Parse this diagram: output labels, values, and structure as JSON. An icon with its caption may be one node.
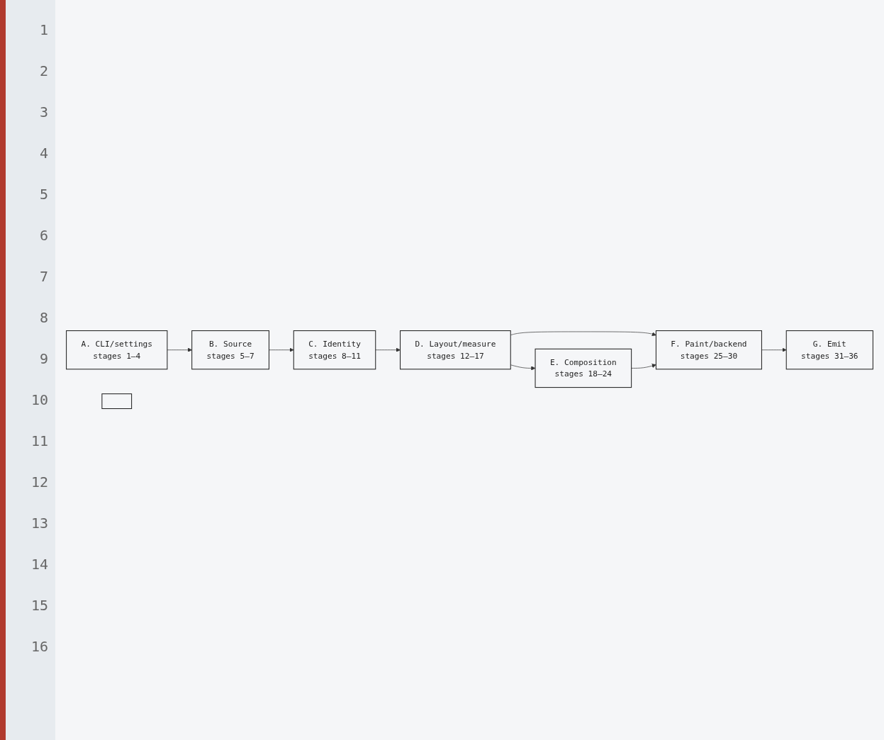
{
  "diagram": {
    "nodes": [
      {
        "text": [
          "A. CLI/settings",
          "stages 1–4"
        ]
      },
      {
        "text": [
          "B. Source",
          "stages 5–7"
        ]
      },
      {
        "text": [
          "C. Identity",
          "stages 8–11"
        ]
      },
      {
        "text": [
          "G. Emit",
          "stages 31–36"
        ]
      },
      {
        "text": [
          "F. Paint/backend",
          "stages 25–30"
        ]
      },
      {
        "text": [
          "D. Layout/measure",
          "stages 12–17"
        ]
      },
      {
        "text": [
          "E. Composition",
          "stages 18–24"
        ]
      },
      {
        "text": [],
        "shape": "box"
      }
    ],
    "edges": [
      {
        "from": 0,
        "to": 1,
        "arrow": "to"
      },
      {
        "from": 1,
        "to": 2,
        "arrow": "to"
      },
      {
        "from": 2,
        "to": 5,
        "arrow": "to"
      },
      {
        "from": 5,
        "to": 4,
        "arrow": "to"
      },
      {
        "from": 4,
        "to": 3,
        "arrow": "to"
      },
      {
        "from": 5,
        "to": 6,
        "arrow": "to"
      },
      {
        "from": 6,
        "to": 4,
        "arrow": "to"
      }
    ],
    "labels": [
      "1",
      "2",
      "3",
      "4",
      "5",
      "6",
      "7",
      "8",
      "9",
      "10",
      "11",
      "12",
      "13",
      "14",
      "15",
      "16"
    ]
  }
}
